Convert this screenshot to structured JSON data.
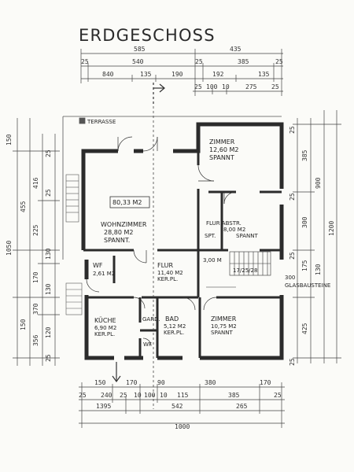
{
  "title": "ERDGESCHOSS",
  "terrace": {
    "label": "TERRASSE"
  },
  "rooms": {
    "wohnzimmer": {
      "area_badge": "80,33 M2",
      "name": "WOHNZIMMER",
      "area": "28,80 M2",
      "floor": "SPANNT."
    },
    "zimmer1": {
      "name": "ZIMMER",
      "area": "12,60 M2",
      "floor": "SPANNT"
    },
    "flur_abstr": {
      "name": "FLUR ABSTR.",
      "area": "8,00 M2",
      "floor_left": "SPT.",
      "floor_right": "SPANNT"
    },
    "wf1": {
      "name": "WF",
      "area": "2,61 M2"
    },
    "flur": {
      "name": "FLUR",
      "area": "11,40 M2",
      "floor": "KER.PL."
    },
    "kueche": {
      "name": "KÜCHE",
      "area": "6,90 M2",
      "floor": "KER.PL."
    },
    "gard": {
      "name": "GARD."
    },
    "wf2": {
      "name": "WF"
    },
    "bad": {
      "name": "BAD",
      "area": "5,12 M2",
      "floor": "KER.PL."
    },
    "zimmer2": {
      "name": "ZIMMER",
      "area": "10,75 M2",
      "floor": "SPANNT"
    }
  },
  "annotations": {
    "glasbausteine": "GLASBAUSTEINE",
    "stair_width": "3,00 M",
    "stair_steps": "17/25/28",
    "stair_value": "300"
  },
  "dimensions": {
    "top_row1": [
      "585",
      "435"
    ],
    "top_row2": [
      "25",
      "540",
      "25",
      "385",
      "25"
    ],
    "top_row3": [
      "840",
      "135",
      "190",
      "192",
      "135"
    ],
    "top_row4": [
      "25",
      "100",
      "10",
      "275",
      "25"
    ],
    "bottom_row1": [
      "150",
      "170",
      "90",
      "380",
      "170"
    ],
    "bottom_row2": [
      "25",
      "240",
      "25",
      "10",
      "100",
      "10",
      "115",
      "385",
      "25"
    ],
    "bottom_row3": [
      "1395",
      "542",
      "265"
    ],
    "bottom_total": "1000",
    "left_outer": "1050",
    "left_inner": [
      "416",
      "225",
      "170",
      "370",
      "356"
    ],
    "left_small": [
      "25",
      "25",
      "130",
      "130",
      "120",
      "25"
    ],
    "left_misc": [
      "150",
      "455",
      "150"
    ],
    "right_outer": "1200",
    "right_inner": [
      "385",
      "300",
      "175",
      "425"
    ],
    "right_small": [
      "25",
      "25",
      "25",
      "25"
    ],
    "right_misc": [
      "900",
      "130"
    ]
  }
}
